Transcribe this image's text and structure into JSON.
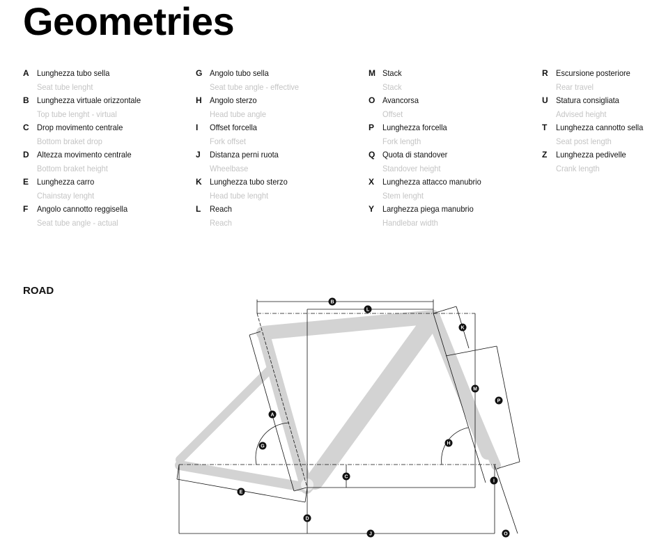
{
  "title": "Geometries",
  "columns": [
    [
      {
        "letter": "A",
        "it": "Lunghezza tubo sella",
        "en": "Seat tube lenght"
      },
      {
        "letter": "B",
        "it": "Lunghezza virtuale orizzontale",
        "en": "Top tube lenght - virtual"
      },
      {
        "letter": "C",
        "it": "Drop movimento centrale",
        "en": "Bottom braket drop"
      },
      {
        "letter": "D",
        "it": "Altezza movimento centrale",
        "en": "Bottom braket height"
      },
      {
        "letter": "E",
        "it": "Lunghezza carro",
        "en": "Chainstay lenght"
      },
      {
        "letter": "F",
        "it": "Angolo cannotto reggisella",
        "en": "Seat tube angle - actual"
      }
    ],
    [
      {
        "letter": "G",
        "it": "Angolo tubo sella",
        "en": "Seat tube angle - effective"
      },
      {
        "letter": "H",
        "it": "Angolo sterzo",
        "en": "Head tube angle"
      },
      {
        "letter": "I",
        "it": "Offset forcella",
        "en": "Fork offset"
      },
      {
        "letter": "J",
        "it": "Distanza perni ruota",
        "en": "Wheelbase"
      },
      {
        "letter": "K",
        "it": "Lunghezza tubo sterzo",
        "en": "Head tube lenght"
      },
      {
        "letter": "L",
        "it": "Reach",
        "en": "Reach"
      }
    ],
    [
      {
        "letter": "M",
        "it": "Stack",
        "en": "Stack"
      },
      {
        "letter": "O",
        "it": "Avancorsa",
        "en": "Offset"
      },
      {
        "letter": "P",
        "it": "Lunghezza forcella",
        "en": "Fork length"
      },
      {
        "letter": "Q",
        "it": "Quota di standover",
        "en": "Standover height"
      },
      {
        "letter": "X",
        "it": "Lunghezza attacco manubrio",
        "en": "Stem lenght"
      },
      {
        "letter": "Y",
        "it": "Larghezza piega manubrio",
        "en": "Handlebar width"
      }
    ],
    [
      {
        "letter": "R",
        "it": "Escursione posteriore",
        "en": "Rear travel"
      },
      {
        "letter": "U",
        "it": "Statura consigliata",
        "en": "Advised height"
      },
      {
        "letter": "T",
        "it": "Lunghezza cannotto sella",
        "en": "Seat post length"
      },
      {
        "letter": "Z",
        "it": "Lunghezza pedivelle",
        "en": "Crank length"
      }
    ]
  ],
  "section": "ROAD",
  "diagram": {
    "labels": {
      "A": "A",
      "B": "B",
      "C": "C",
      "D": "D",
      "E": "E",
      "G": "G",
      "H": "H",
      "I": "I",
      "J": "J",
      "K": "K",
      "L": "L",
      "M": "M",
      "O": "O",
      "P": "P"
    },
    "frame_color": "#d3d3d3"
  }
}
